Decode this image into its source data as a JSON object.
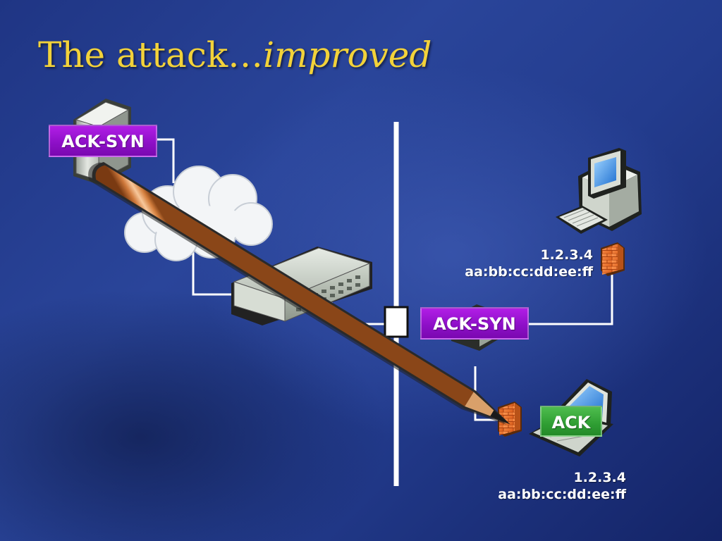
{
  "slide": {
    "title_plain": "The attack…",
    "title_emph": "improved"
  },
  "packets": {
    "top_left": "ACK-SYN",
    "middle": "ACK-SYN",
    "laptop": "ACK"
  },
  "hosts": {
    "desktop": {
      "ip": "1.2.3.4",
      "mac": "aa:bb:cc:dd:ee:ff"
    },
    "laptop": {
      "ip": "1.2.3.4",
      "mac": "aa:bb:cc:dd:ee:ff"
    }
  },
  "colors": {
    "title": "#f2d23a",
    "packet_purple": "#9a12d2",
    "packet_green": "#34a338",
    "wire": "#ffffff",
    "firewall": "#e8772e"
  },
  "icons": [
    "server-icon",
    "cloud-icon",
    "network-switch-icon",
    "desktop-computer-icon",
    "firewall-icon",
    "laptop-icon",
    "pencil-icon",
    "hub-icon"
  ]
}
